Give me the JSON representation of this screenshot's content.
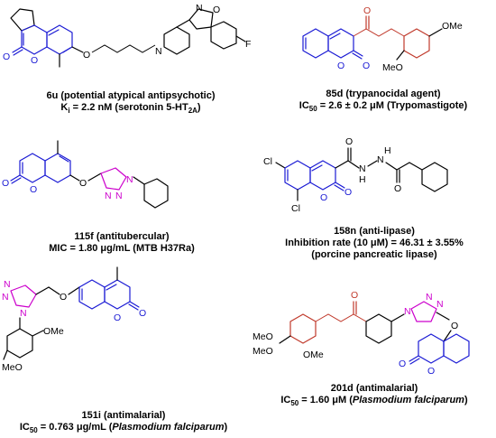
{
  "colors": {
    "black": "#000000",
    "blue": "#1a1ad4",
    "magenta": "#cc00cc",
    "red": "#c0392b"
  },
  "atoms": {
    "O": "O",
    "N": "N",
    "NH": "N",
    "H": "H",
    "F": "F",
    "Cl": "Cl",
    "OMe": "OMe",
    "MeO": "MeO"
  },
  "compounds": [
    {
      "name": "6u (potential atypical antipsychotic)",
      "line1": "K",
      "line1_sub": "i",
      "line1_rest": " = 2.2 nM (serotonin 5-HT",
      "line1_sub2": "2A",
      "line1_end": ")"
    },
    {
      "name": "85d (trypanocidal agent)",
      "line1": "IC",
      "line1_sub": "50",
      "line1_rest": " = 2.6 ± 0.2 μM (Trypomastigote)"
    },
    {
      "name": "115f (antitubercular)",
      "line1": "MIC = 1.80 μg/mL (MTB H37Ra)"
    },
    {
      "name": "158n (anti-lipase)",
      "line1": "Inhibition rate (10 μM) = 46.31 ± 3.55%",
      "line2": "(porcine pancreatic lipase)"
    },
    {
      "name": "151i (antimalarial)",
      "line1": "IC",
      "line1_sub": "50",
      "line1_rest": " = 0.763 μg/mL (",
      "line1_ital": "Plasmodium falciparum",
      "line1_end": ")"
    },
    {
      "name": "201d (antimalarial)",
      "line1": "IC",
      "line1_sub": "50",
      "line1_rest": " = 1.60 μM (",
      "line1_ital": "Plasmodium falciparum",
      "line1_end": ")"
    }
  ]
}
